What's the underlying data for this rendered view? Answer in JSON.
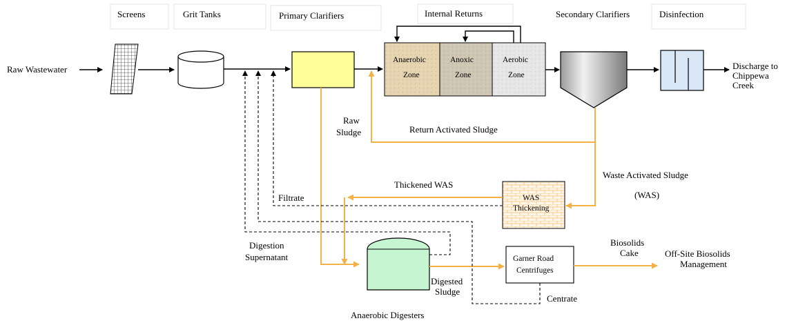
{
  "headers": {
    "screens": "Screens",
    "grit_tanks": "Grit Tanks",
    "primary_clarifiers": "Primary Clarifiers",
    "internal_returns": "Internal Returns",
    "secondary_clarifiers": "Secondary Clarifiers",
    "disinfection": "Disinfection"
  },
  "zones": {
    "anaerobic": [
      "Anaerobic",
      "Zone"
    ],
    "anoxic": [
      "Anoxic",
      "Zone"
    ],
    "aerobic": [
      "Aerobic",
      "Zone"
    ]
  },
  "labels": {
    "raw_wastewater": "Raw Wastewater",
    "discharge": [
      "Discharge    to",
      "Chippewa",
      "Creek"
    ],
    "raw_sludge": [
      "Raw",
      "Sludge"
    ],
    "return_activated_sludge": "Return Activated Sludge",
    "waste_activated_sludge": "Waste Activated Sludge",
    "was": "(WAS)",
    "thickened_was": "Thickened WAS",
    "filtrate": "Filtrate",
    "was_thickening": [
      "WAS",
      "Thickening"
    ],
    "digestion_supernatant": [
      "Digestion",
      "Supernatant"
    ],
    "digested_sludge": [
      "Digested",
      "Sludge"
    ],
    "anaerobic_digesters": "Anaerobic Digesters",
    "garner_road_centrifuges": [
      "Garner Road",
      "Centrifuges"
    ],
    "biosolids_cake": [
      "Biosolids",
      "Cake"
    ],
    "off_site": [
      "Off-Site Biosolids",
      "Management"
    ],
    "centrate": "Centrate"
  },
  "colors": {
    "orange_flow": "#f5b046",
    "primary_clarifier_fill": "#ffff99",
    "digester_fill": "#c6f5d2",
    "disinfection_fill": "#d9e6f5",
    "anaerobic_fill": "#e6d3b0",
    "anoxic_fill": "#cfc6b3",
    "aerobic_fill": "#e6e6e6"
  }
}
